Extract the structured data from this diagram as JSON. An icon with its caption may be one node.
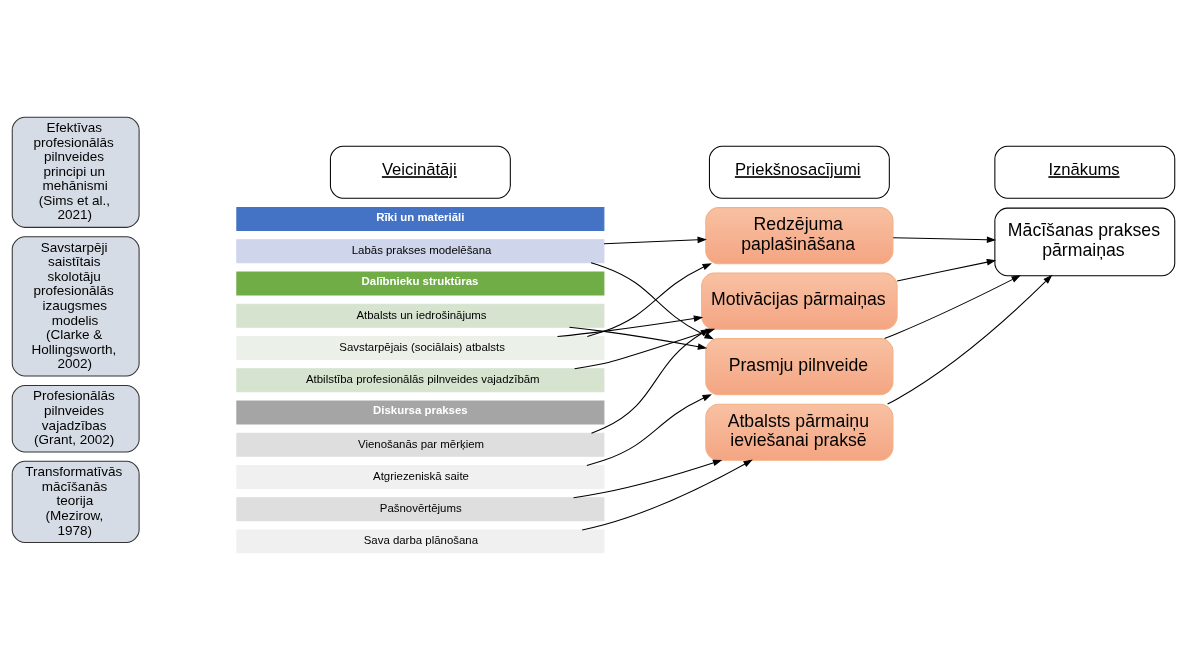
{
  "diagram": {
    "nodes": [
      {
        "text": [
          "Veicinātāji"
        ]
      },
      {
        "text": [
          "Priekšnosacījumi"
        ]
      },
      {
        "text": [
          "Iznākums"
        ]
      },
      {
        "text": [
          "Efektīvas profesionālās pilnveides principi un mehānismi (Sims et al., 2021)"
        ]
      },
      {
        "text": [
          "Savstarpēji saistītais skolotāju profesionālās izaugsmes modelis (Clarke & Hollingsworth, 2002)"
        ]
      },
      {
        "text": [
          "Profesionālās pilnveides vajadzības (Grant, 2002)"
        ]
      },
      {
        "text": [
          "Transformatīvās mācīšanās teorija (Mezirow, 1978)"
        ]
      },
      {
        "text": [
          "Rīki un materiāli"
        ]
      },
      {
        "text": [
          "Labās prakses modelēšana"
        ]
      },
      {
        "text": [
          "Dalībnieku struktūras"
        ]
      },
      {
        "text": [
          "Atbalsts un iedrošinājums"
        ]
      },
      {
        "text": [
          "Savstarpējais (sociālais) atbalsts"
        ]
      },
      {
        "text": [
          "Atbilstība profesionālās pilnveides vajadzībām"
        ]
      },
      {
        "text": [
          "Diskursa prakses"
        ]
      },
      {
        "text": [
          "Vienošanās par mērķiem"
        ]
      },
      {
        "text": [
          "Atgriezeniskā saite"
        ]
      },
      {
        "text": [
          "Pašnovērtējums"
        ]
      },
      {
        "text": [
          "Sava darba plānošana"
        ]
      },
      {
        "text": [
          "Redzējuma paplašināšana"
        ]
      },
      {
        "text": [
          "Motivācijas pārmaiņas"
        ]
      },
      {
        "text": [
          "Prasmju pilnveide"
        ]
      },
      {
        "text": [
          "Atbalsts pārmaiņu ieviešanai praksē"
        ]
      },
      {
        "text": [
          "Mācīšanas prakses pārmaiņas"
        ]
      }
    ],
    "edges": [
      {
        "from": 8,
        "to": 18,
        "arrow": "to"
      },
      {
        "from": 8,
        "to": 20,
        "arrow": "to"
      },
      {
        "from": 10,
        "to": 20,
        "arrow": "to"
      },
      {
        "from": 11,
        "to": 18,
        "arrow": "to"
      },
      {
        "from": 11,
        "to": 19,
        "arrow": "to"
      },
      {
        "from": 12,
        "to": 19,
        "arrow": "to"
      },
      {
        "from": 14,
        "to": 19,
        "arrow": "to"
      },
      {
        "from": 15,
        "to": 20,
        "arrow": "to"
      },
      {
        "from": 16,
        "to": 21,
        "arrow": "to"
      },
      {
        "from": 17,
        "to": 21,
        "arrow": "to"
      },
      {
        "from": 18,
        "to": 22,
        "arrow": "to"
      },
      {
        "from": 19,
        "to": 22,
        "arrow": "to"
      },
      {
        "from": 20,
        "to": 22,
        "arrow": "to"
      },
      {
        "from": 21,
        "to": 22,
        "arrow": "to"
      }
    ]
  }
}
